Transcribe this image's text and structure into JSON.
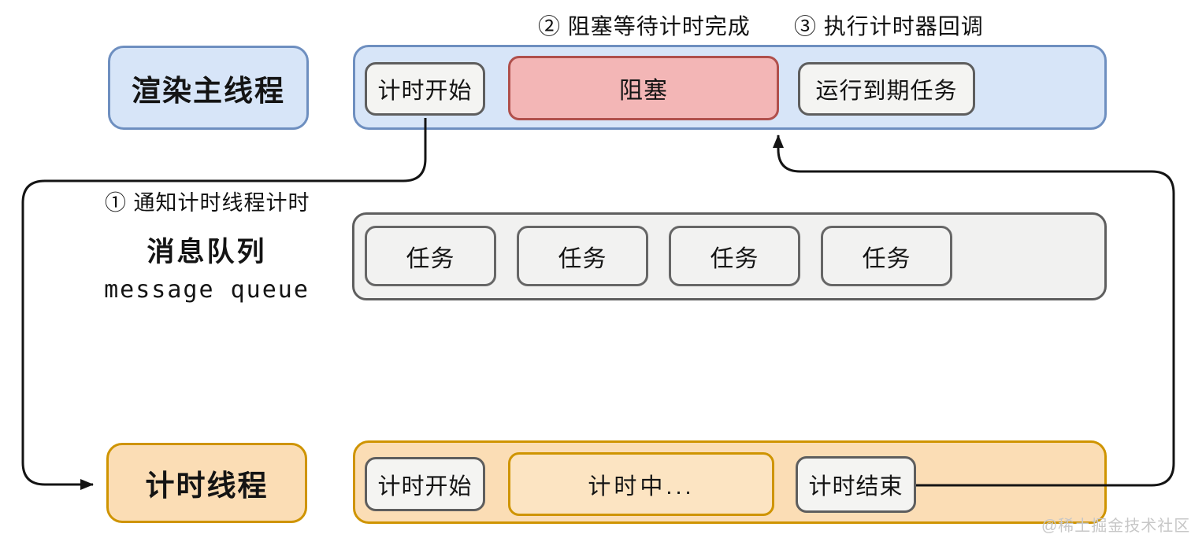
{
  "annotations": {
    "step1": "① 通知计时线程计时",
    "step2": "② 阻塞等待计时完成",
    "step3": "③ 执行计时器回调"
  },
  "main_thread": {
    "label": "渲染主线程",
    "segments": {
      "start": "计时开始",
      "blocked": "阻塞",
      "run_expired": "运行到期任务"
    }
  },
  "message_queue": {
    "label_zh": "消息队列",
    "label_en": "message queue",
    "tasks": [
      "任务",
      "任务",
      "任务",
      "任务"
    ]
  },
  "timer_thread": {
    "label": "计时线程",
    "segments": {
      "start": "计时开始",
      "timing": "计时中...",
      "end": "计时结束"
    }
  },
  "watermark": "@稀土掘金技术社区",
  "colors": {
    "thread_blue_fill": "#d7e5f8",
    "thread_blue_stroke": "#6e8fc0",
    "thread_orange_fill": "#fbddb5",
    "thread_orange_stroke": "#cf9400",
    "blocked_fill": "#f3b6b6",
    "blocked_stroke": "#b0504c",
    "node_grey_fill": "#f4f4f2",
    "node_grey_stroke": "#5e5e5e",
    "queue_fill": "#f1f1f0",
    "arrow": "#141414"
  }
}
